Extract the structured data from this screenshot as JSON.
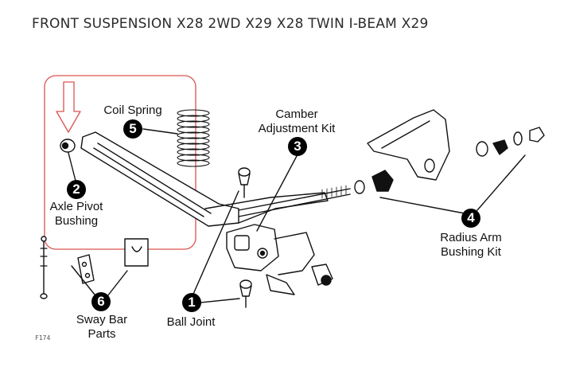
{
  "title": "FRONT SUSPENSION X28 2WD X29 X28 TWIN I-BEAM X29",
  "figure_code": "F174",
  "highlight_color": "#d9534f",
  "callouts": [
    {
      "number": "2",
      "label": [
        "Axle Pivot",
        "Bushing"
      ]
    },
    {
      "number": "5",
      "label": [
        "Coil Spring"
      ]
    },
    {
      "number": "3",
      "label": [
        "Camber",
        "Adjustment Kit"
      ]
    },
    {
      "number": "4",
      "label": [
        "Radius Arm",
        "Bushing Kit"
      ]
    },
    {
      "number": "1",
      "label": [
        "Ball Joint"
      ]
    },
    {
      "number": "6",
      "label": [
        "Sway Bar",
        "Parts"
      ]
    }
  ]
}
